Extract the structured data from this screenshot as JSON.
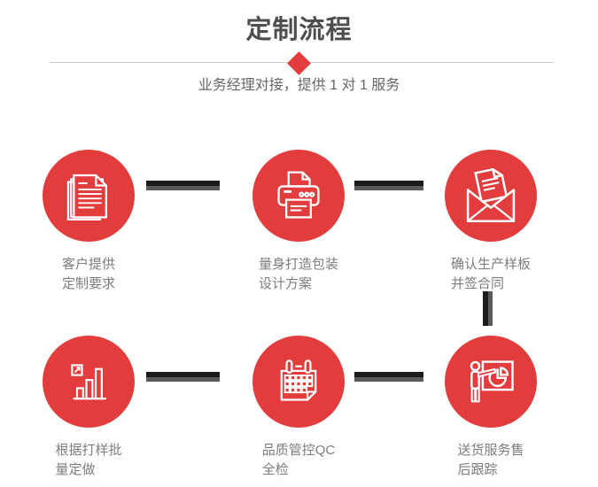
{
  "header": {
    "title": "定制流程",
    "subtitle": "业务经理对接，提供 1 对 1 服务"
  },
  "steps": [
    {
      "icon": "documents-icon",
      "label_line1": "客户提供",
      "label_line2": "定制要求"
    },
    {
      "icon": "printer-icon",
      "label_line1": "量身打造包装",
      "label_line2": "设计方案"
    },
    {
      "icon": "envelope-letter-icon",
      "label_line1": "确认生产样板",
      "label_line2": "并签合同"
    },
    {
      "icon": "bar-chart-growth-icon",
      "label_line1": "根据打样批",
      "label_line2": "量定做"
    },
    {
      "icon": "calendar-icon",
      "label_line1": "品质管控QC",
      "label_line2": "全检"
    },
    {
      "icon": "presentation-board-icon",
      "label_line1": "送货服务售",
      "label_line2": "后跟踪"
    }
  ],
  "colors": {
    "accent_red": "#e23c3d",
    "title_gray": "#4d4d4d",
    "subtitle_gray": "#666666",
    "label_gray": "#7d7d7d",
    "connector_black": "#1b1b1b",
    "connector_gray": "#5a5a5a",
    "divider_gray": "#cccccc"
  }
}
